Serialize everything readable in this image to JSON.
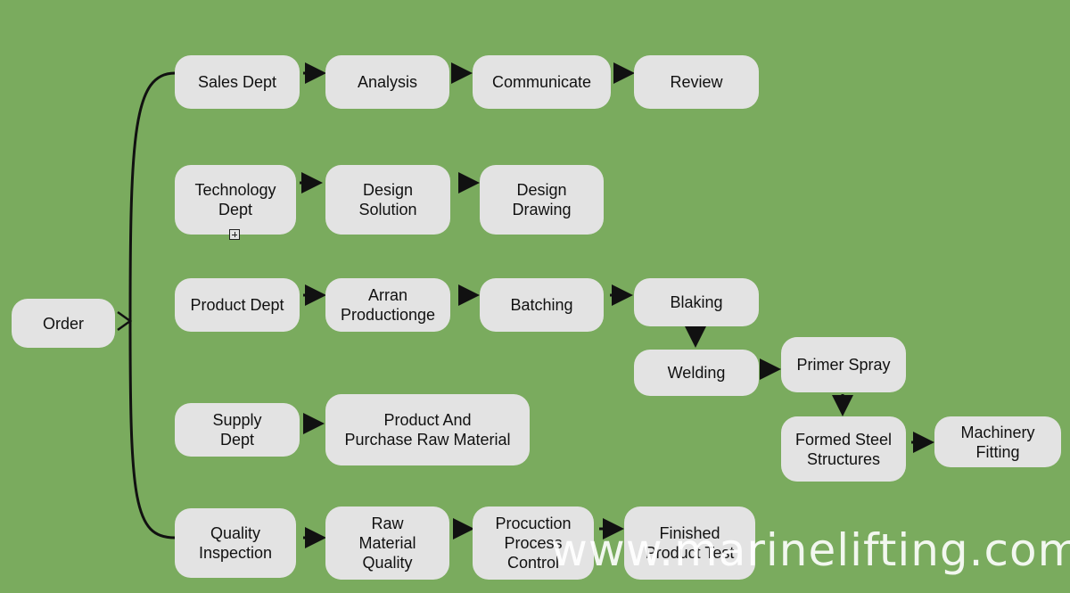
{
  "nodes": {
    "order": "Order",
    "sales_dept": "Sales Dept",
    "analysis": "Analysis",
    "communicate": "Communicate",
    "review": "Review",
    "technology_dept": "Technology\nDept",
    "design_solution": "Design\nSolution",
    "design_drawing": "Design\nDrawing",
    "product_dept": "Product Dept",
    "arran_production": "Arran\nProductionge",
    "batching": "Batching",
    "blaking": "Blaking",
    "welding": "Welding",
    "primer_spray": "Primer Spray",
    "formed_steel": "Formed Steel\nStructures",
    "machinery_fitting": "Machinery\nFitting",
    "supply_dept": "Supply\nDept",
    "purchase_raw": "Product And\nPurchase Raw Material",
    "quality_inspection": "Quality\nInspection",
    "raw_material_quality": "Raw\nMaterial\nQuality",
    "production_process_control": "Procuction\nProcess\nControl",
    "finished_product_test": "Finished\nProduct Test"
  },
  "watermark": "www.marinelifting.com",
  "colors": {
    "background": "#7aab5e",
    "node_fill": "#e3e3e3",
    "connector": "#111111"
  }
}
